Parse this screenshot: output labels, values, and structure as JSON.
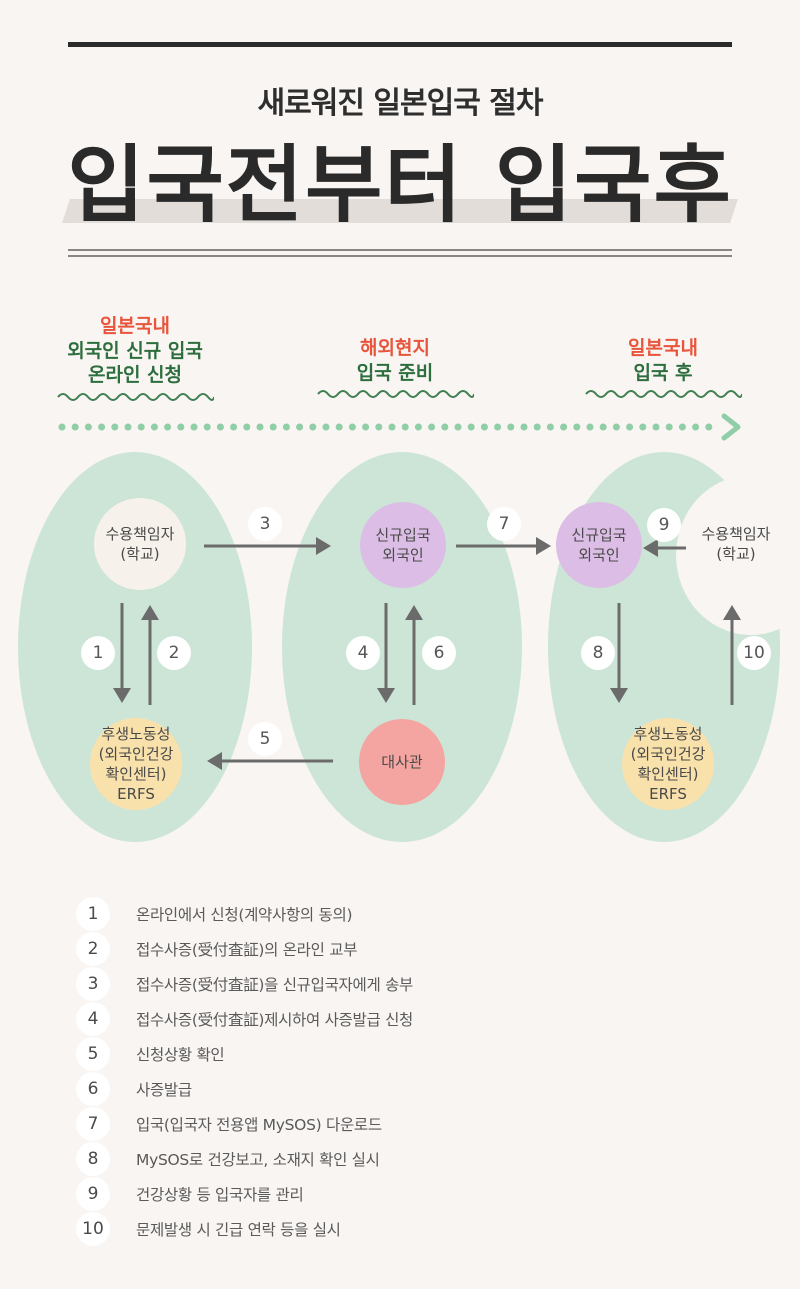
{
  "header": {
    "subtitle": "새로워진 일본입국 절차",
    "title": "입국전부터 입국후"
  },
  "phases": [
    {
      "region": "일본국내",
      "lines": [
        "외국인 신규 입국",
        "온라인 신청"
      ]
    },
    {
      "region": "해외현지",
      "lines": [
        "입국 준비"
      ]
    },
    {
      "region": "일본국내",
      "lines": [
        "입국 후"
      ]
    }
  ],
  "colors": {
    "background": "#f9f5f2",
    "oval": "#cce5d6",
    "region_red": "#e8553c",
    "phase_green": "#2d6e3e",
    "timeline_dots": "#8fcea6",
    "arrow": "#6b6b6b",
    "node_white": "#f7f1ec",
    "node_purple": "#dcbde6",
    "node_yellow": "#f9e1ac",
    "node_pink": "#f5a5a1"
  },
  "nodes": {
    "school_1": "수용책임자\n(학교)",
    "mhlw_1": "후생노동성\n(외국인건강\n확인센터)\nERFS",
    "foreigner_2": "신규입국\n외국인",
    "embassy": "대사관",
    "foreigner_3": "신규입국\n외국인",
    "school_3": "수용책임자\n(학교)",
    "mhlw_3": "후생노동성\n(외국인건강\n확인센터)\nERFS"
  },
  "steps": [
    {
      "num": "1",
      "text": "온라인에서 신청(계약사항의 동의)"
    },
    {
      "num": "2",
      "text": "접수사증(受付査証)의 온라인 교부"
    },
    {
      "num": "3",
      "text": "접수사증(受付査証)을 신규입국자에게  송부"
    },
    {
      "num": "4",
      "text": "접수사증(受付査証)제시하여 사증발급 신청"
    },
    {
      "num": "5",
      "text": "신청상황 확인"
    },
    {
      "num": "6",
      "text": "사증발급"
    },
    {
      "num": "7",
      "text": "입국(입국자 전용앱 MySOS) 다운로드"
    },
    {
      "num": "8",
      "text": "MySOS로 건강보고, 소재지 확인 실시"
    },
    {
      "num": "9",
      "text": "건강상황 등 입국자를 관리"
    },
    {
      "num": "10",
      "text": "문제발생 시 긴급 연락 등을 실시"
    }
  ]
}
